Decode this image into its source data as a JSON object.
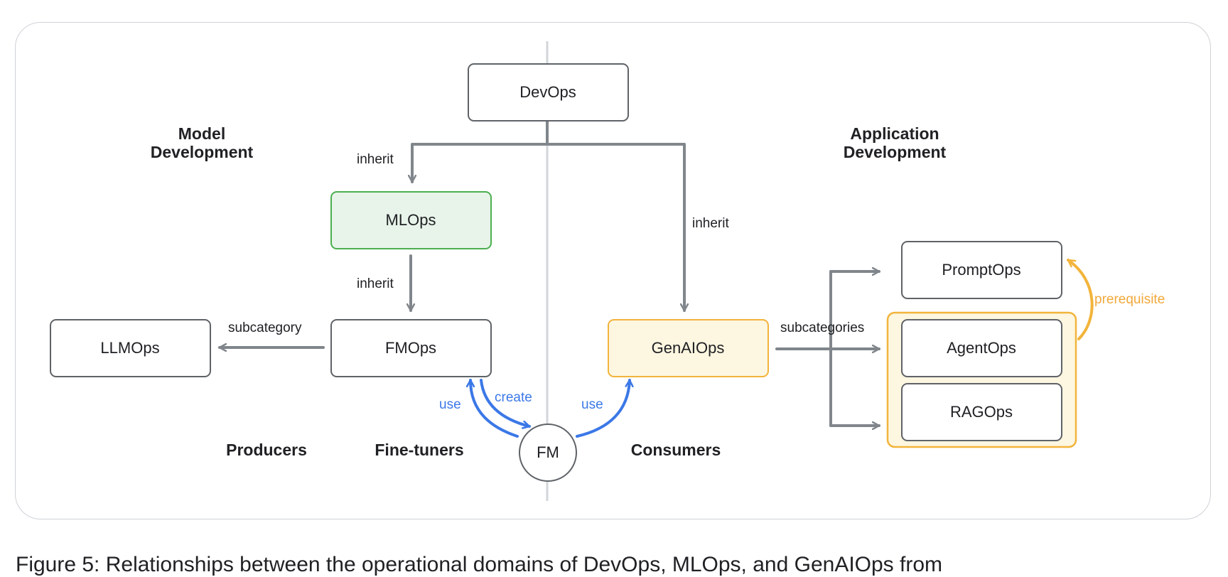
{
  "nodes": {
    "devops": "DevOps",
    "mlops": "MLOps",
    "fmops": "FMOps",
    "llmops": "LLMOps",
    "genaiops": "GenAIOps",
    "promptops": "PromptOps",
    "agentops": "AgentOps",
    "ragops": "RAGOps",
    "fm": "FM"
  },
  "headings": {
    "model_development": [
      "Model",
      "Development"
    ],
    "application_development": [
      "Application",
      "Development"
    ]
  },
  "roles": {
    "producers": "Producers",
    "fine_tuners": "Fine-tuners",
    "consumers": "Consumers"
  },
  "edge_labels": {
    "inherit_devops_mlops": "inherit",
    "inherit_mlops_fmops": "inherit",
    "inherit_devops_genaiops": "inherit",
    "subcategory": "subcategory",
    "subcategories": "subcategories",
    "use_fmops": "use",
    "create": "create",
    "use_genaiops": "use",
    "prerequisite": "prerequisite"
  },
  "caption": "Figure 5: Relationships between the operational domains of DevOps, MLOps, and GenAIOps from",
  "colors": {
    "mlops_fill": "#e8f4ea",
    "mlops_border": "#4caf50",
    "genaiops_fill": "#fdf6e0",
    "genaiops_border": "#f2b43b",
    "use_create_arrows": "#3b78e7",
    "prerequisite_arrow": "#f2b43b",
    "connector": "#80868b"
  }
}
